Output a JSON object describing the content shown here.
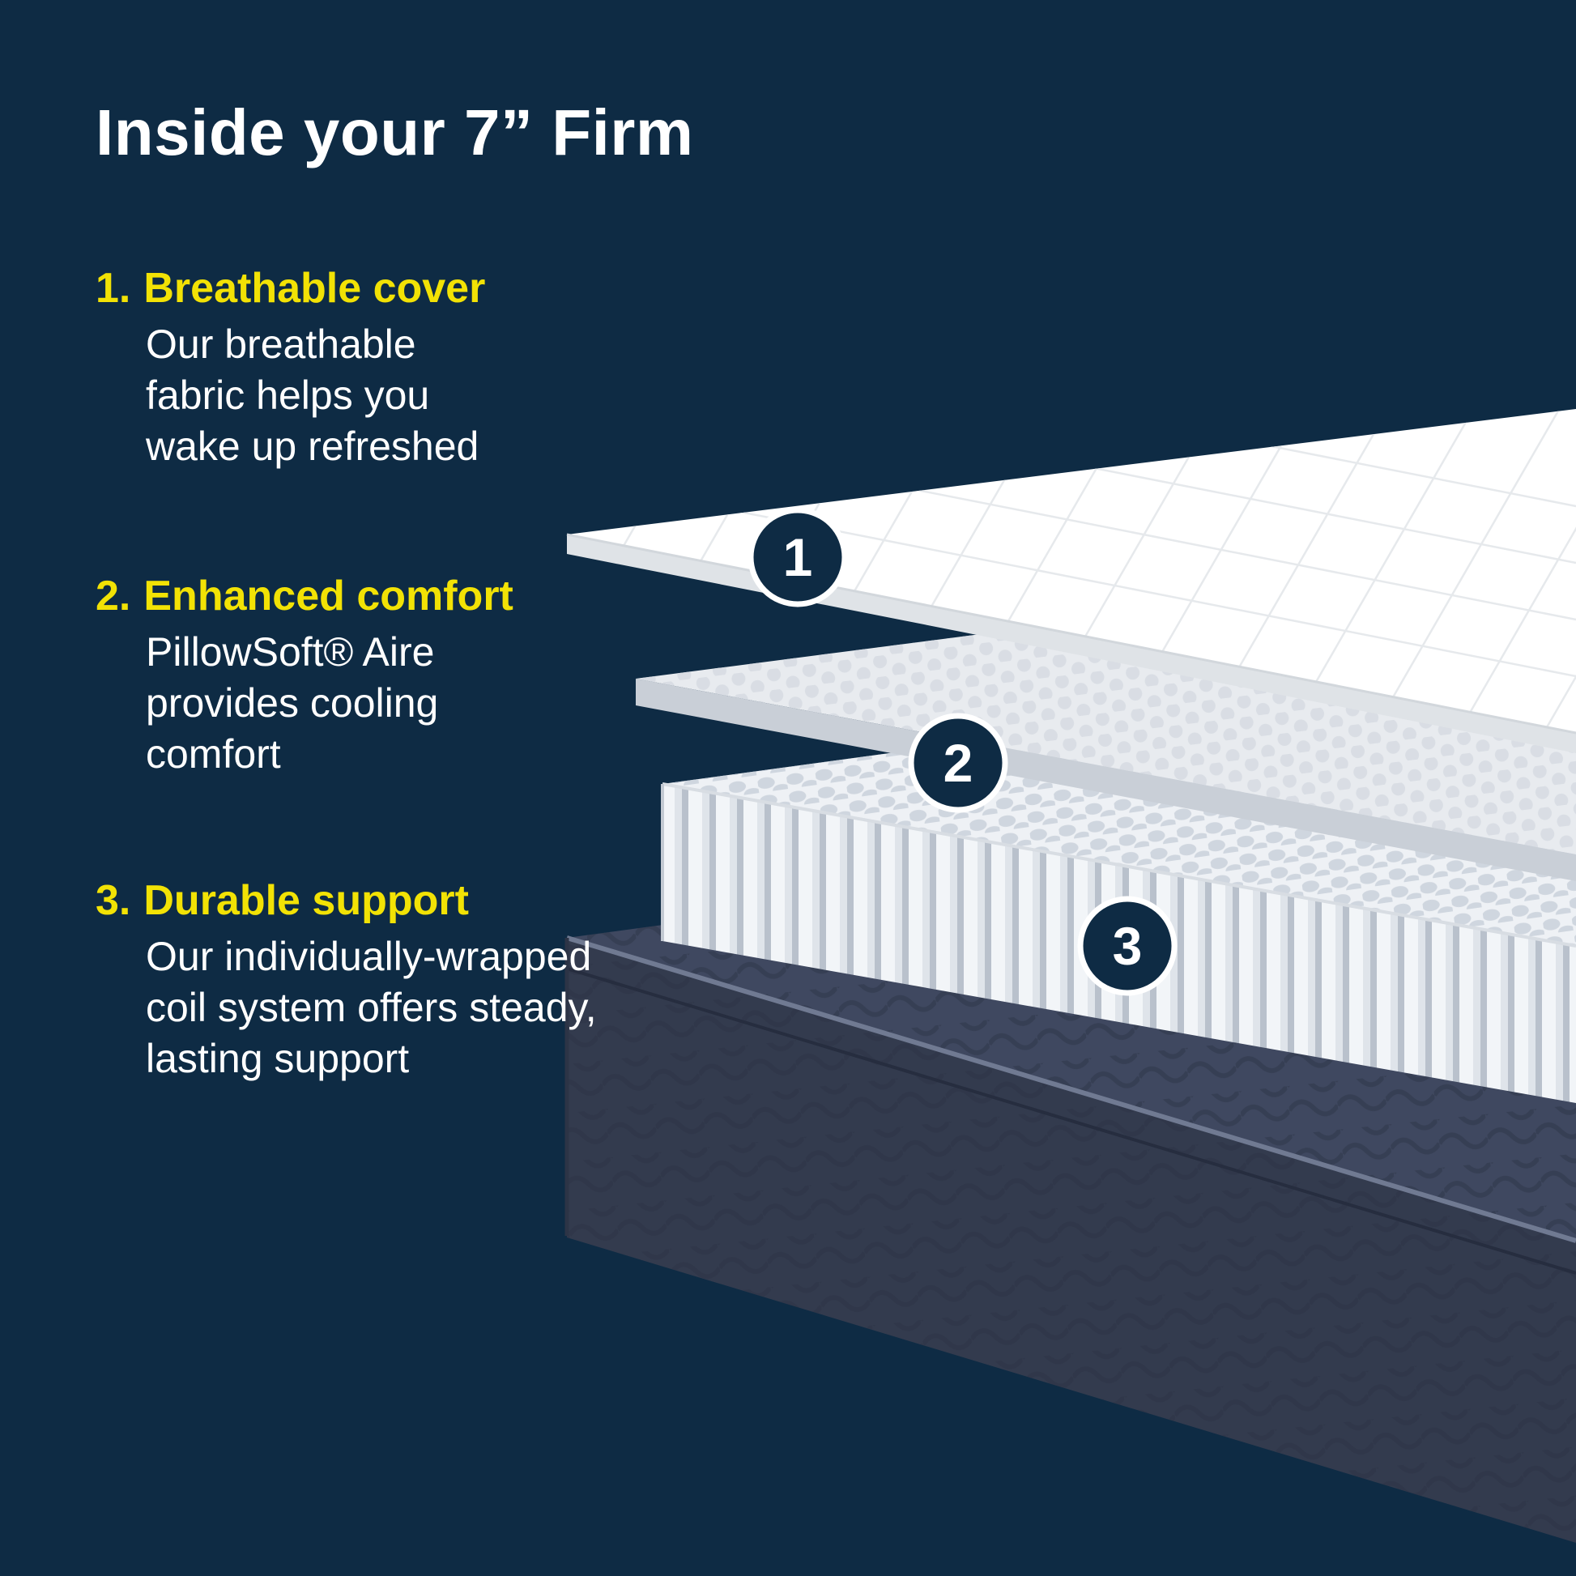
{
  "page": {
    "title": "Inside your 7” Firm",
    "background_color": "#0E2B44",
    "accent_color": "#F2E205",
    "text_color": "#FFFFFF"
  },
  "items": [
    {
      "num": "1.",
      "heading": "Breathable cover",
      "body": "Our breathable\nfabric helps you\nwake up refreshed"
    },
    {
      "num": "2.",
      "heading": "Enhanced comfort",
      "body": "PillowSoft® Aire\nprovides cooling\ncomfort"
    },
    {
      "num": "3.",
      "heading": "Durable support",
      "body": "Our individually-wrapped\ncoil system offers steady,\nlasting support"
    }
  ],
  "diagram": {
    "description": "Exploded cutaway of mattress layers",
    "markers": [
      "1",
      "2",
      "3"
    ],
    "layers": [
      {
        "marker": "1",
        "name": "quilted-cover-layer"
      },
      {
        "marker": "2",
        "name": "foam-comfort-layer"
      },
      {
        "marker": "3",
        "name": "wrapped-coil-layer"
      },
      {
        "marker": "",
        "name": "base-foundation-layer"
      }
    ],
    "colors": {
      "cover": "#FFFFFF",
      "cover_edge": "#DFE3E7",
      "foam": "#E8EBEF",
      "foam_edge": "#C9CFD7",
      "coil_top": "#EEF1F5",
      "coil_face_light": "#F2F5F8",
      "coil_face_shadow": "#B9C1CC",
      "base_top": "#3F4860",
      "base_front": "#333B4E",
      "marker_fill": "#0E2B44",
      "marker_ring": "#FFFFFF"
    }
  }
}
